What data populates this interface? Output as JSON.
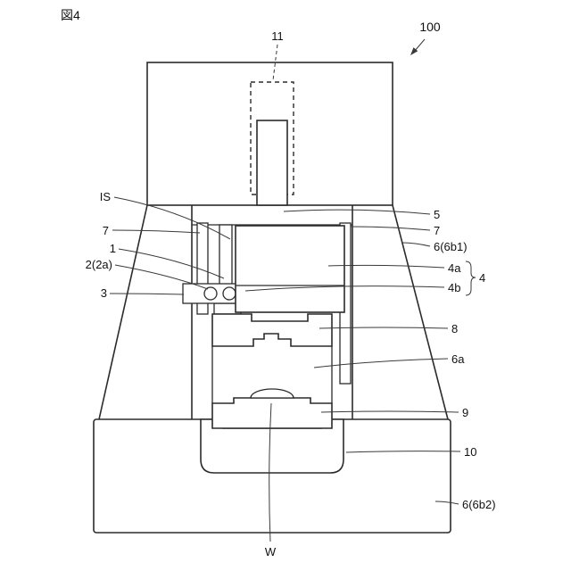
{
  "figure": {
    "title": "図4",
    "background": "#ffffff",
    "line_color": "#2b2b2b",
    "leader_color": "#3a3a3a",
    "labels": {
      "ref100": "100",
      "ref11": "11",
      "refIS": "IS",
      "ref7_left": "7",
      "ref1": "1",
      "ref2": "2(2a)",
      "ref3": "3",
      "ref5": "5",
      "ref7_right": "7",
      "ref6b1": "6(6b1)",
      "ref4a": "4a",
      "ref4b": "4b",
      "ref4": "4",
      "ref8": "8",
      "ref6a": "6a",
      "ref9": "9",
      "ref10": "10",
      "ref6b2": "6(6b2)",
      "refW": "W"
    }
  }
}
